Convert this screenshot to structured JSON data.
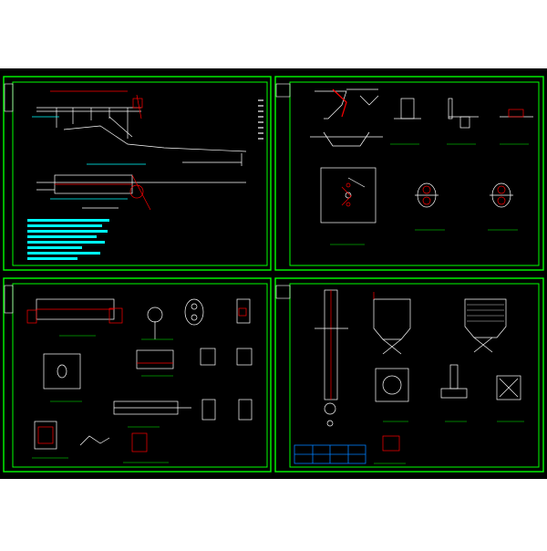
{
  "title": "",
  "colors": {
    "background": "#000000",
    "frame": "#00ff00",
    "line": "#ffffff",
    "accent": "#ff0000",
    "dimension": "#00ffff",
    "table": "#0080ff"
  },
  "sheets": [
    {
      "id": "sheet-1",
      "content": "elevation-and-plan-with-notes"
    },
    {
      "id": "sheet-2",
      "content": "plan-and-section-details"
    },
    {
      "id": "sheet-3",
      "content": "component-details"
    },
    {
      "id": "sheet-4",
      "content": "tower-and-hopper-details"
    }
  ]
}
